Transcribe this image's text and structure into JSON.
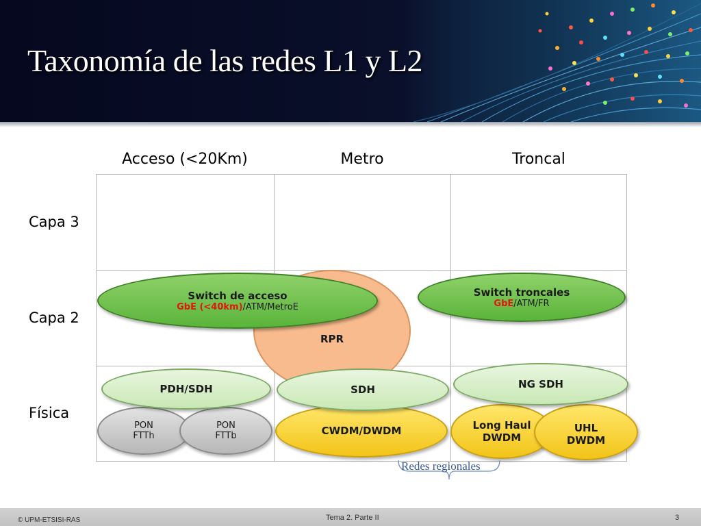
{
  "title": "Taxonomía de las redes L1 y L2",
  "columns": [
    "Acceso (<20Km)",
    "Metro",
    "Troncal"
  ],
  "rows": [
    "Capa 3",
    "Capa 2",
    "Física"
  ],
  "shapes": {
    "rpr": "RPR",
    "switch_acceso": {
      "title": "Switch de acceso",
      "highlight": "GbE (<40km)",
      "rest": "/ATM/MetroE"
    },
    "switch_troncales": {
      "title": "Switch troncales",
      "highlight": "GbE",
      "rest": "/ATM/FR"
    },
    "pdh_sdh": "PDH/SDH",
    "sdh": "SDH",
    "ng_sdh": "NG SDH",
    "pon_ftth": [
      "PON",
      "FTTh"
    ],
    "pon_fttb": [
      "PON",
      "FTTb"
    ],
    "cwdm_dwdm": "CWDM/DWDM",
    "long_haul": [
      "Long Haul",
      "DWDM"
    ],
    "uhl": [
      "UHL",
      "DWDM"
    ]
  },
  "brace_label": "Redes regionales",
  "footer": {
    "left": "© UPM-ETSISI-RAS",
    "center": "Tema 2. Parte II",
    "page": "3"
  },
  "colors": {
    "green": "#6cc04a",
    "light_green": "#d7efc8",
    "yellow": "#f7d22a",
    "grey": "#c9c9c9",
    "salmon": "#f8bb8d",
    "red_text": "#e0160f",
    "header_bg": "#05081e"
  }
}
